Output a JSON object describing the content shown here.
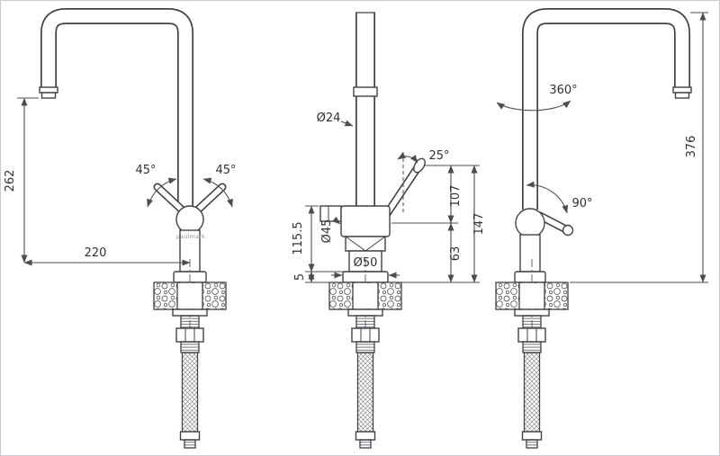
{
  "drawing": {
    "brand": "paulmark",
    "line_color": "#3e4247",
    "annotation_color": "#4a4e53",
    "view_left": {
      "name": "left-side-view",
      "dim_spout_height": "262",
      "dim_spout_reach": "220",
      "angle_handle_left": "45°",
      "angle_handle_right": "45°"
    },
    "view_center": {
      "name": "front-view",
      "dim_spout_diameter": "Ø24",
      "angle_handle_tilt": "25°",
      "dim_body_height": "115.5",
      "dim_body_diameter": "Ø45",
      "dim_base_thickness": "5",
      "dim_base_diameter": "Ø50",
      "dim_handle_length": "107",
      "dim_pivot_height": "63",
      "dim_overall_handle_height": "147"
    },
    "view_right": {
      "name": "right-side-view",
      "angle_spout_swivel": "360°",
      "angle_handle_swing": "90°",
      "dim_overall_height": "376"
    }
  }
}
